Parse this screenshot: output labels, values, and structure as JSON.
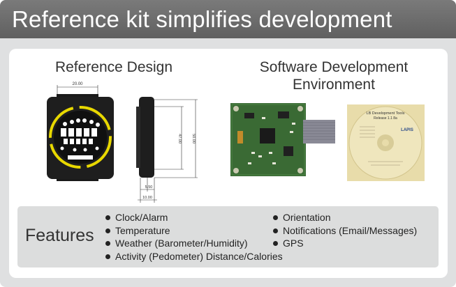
{
  "header": {
    "title": "Reference kit simplifies development"
  },
  "reference": {
    "title": "Reference Design",
    "dims": {
      "width": "20.00",
      "height_inner": "47.00",
      "height_outer": "50.00",
      "depth_a": "5.50",
      "depth_b": "10.00"
    }
  },
  "software": {
    "title_line1": "Software Development",
    "title_line2": "Environment",
    "cd_title": "LB Development Tools",
    "cd_subtitle": "Release 1.1 8a",
    "cd_brand": "LAPIS"
  },
  "features": {
    "label": "Features",
    "col1": [
      "Clock/Alarm",
      "Temperature",
      "Weather (Barometer/Humidity)",
      "Activity (Pedometer) Distance/Calories"
    ],
    "col2": [
      "Orientation",
      "Notifications (Email/Messages)",
      "GPS"
    ]
  },
  "colors": {
    "header": "#6b6b6b",
    "frame": "#dfe0e1",
    "features_bg": "#dcdddd",
    "pcb": "#3a6a34",
    "ring": "#e8d800"
  }
}
